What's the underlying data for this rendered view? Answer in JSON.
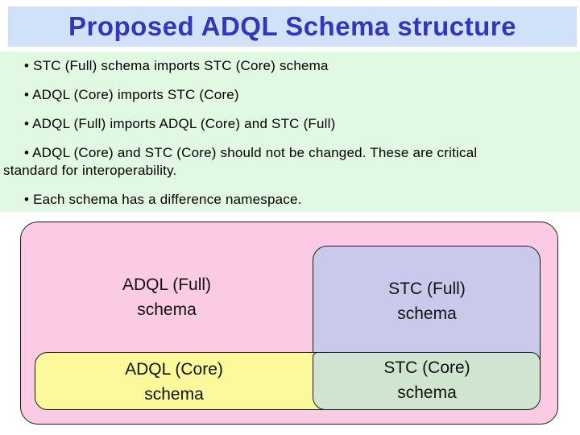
{
  "title": "Proposed ADQL Schema structure",
  "bullets": [
    "• STC (Full) schema imports STC (Core) schema",
    "• ADQL (Core) imports STC (Core)",
    "• ADQL (Full) imports ADQL (Core) and STC (Full)",
    "• ADQL (Core) and STC (Core) should not be changed. These are critical\nstandard for interoperability.",
    "• Each schema has a difference namespace."
  ],
  "diagram": {
    "boxes": [
      {
        "id": "adql-full-schema",
        "line1": "ADQL (Full)",
        "line2": "schema",
        "color": "#facbe3"
      },
      {
        "id": "stc-full-schema",
        "line1": "STC (Full)",
        "line2": "schema",
        "color": "#c9c9ec"
      },
      {
        "id": "adql-core-schema",
        "line1": "ADQL (Core)",
        "line2": "schema",
        "color": "#fbf99b"
      },
      {
        "id": "stc-core-schema",
        "line1": "STC (Core)",
        "line2": "schema",
        "color": "#cfe5cf"
      }
    ]
  },
  "colors": {
    "title_bar_bg": "#cfe2f8",
    "title_text": "#3434bc",
    "body_panel_bg": "#e1f8e2",
    "box_border": "#1b1b1b",
    "page_bg": "#ffffff"
  }
}
